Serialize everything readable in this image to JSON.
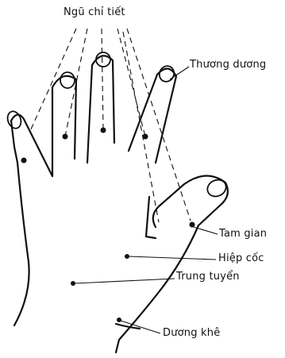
{
  "labels": {
    "top": "Ngũ chỉ tiết",
    "thuong_duong": "Thương dương",
    "tam_gian": "Tam gian",
    "hiep_coc": "Hiệp cốc",
    "trung_tuyen": "Trung tuyển",
    "duong_khe": "Dương khê"
  }
}
